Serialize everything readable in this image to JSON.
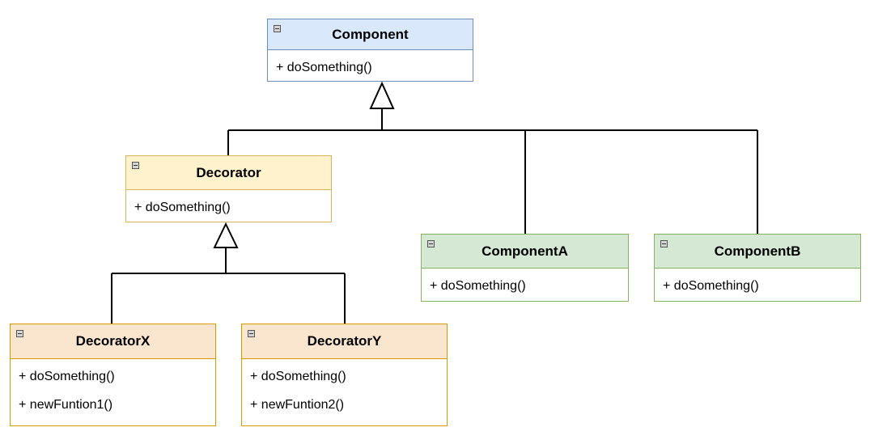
{
  "diagram": {
    "classes": [
      {
        "id": "component",
        "name": "Component",
        "color": "#dae8fc",
        "border": "#6c8ebf",
        "methods": [
          "+ doSomething()"
        ]
      },
      {
        "id": "decorator",
        "name": "Decorator",
        "color": "#fff2cc",
        "border": "#d6b656",
        "methods": [
          "+ doSomething()"
        ]
      },
      {
        "id": "componenta",
        "name": "ComponentA",
        "color": "#d5e8d4",
        "border": "#82b366",
        "methods": [
          "+ doSomething()"
        ]
      },
      {
        "id": "componentb",
        "name": "ComponentB",
        "color": "#d5e8d4",
        "border": "#82b366",
        "methods": [
          "+ doSomething()"
        ]
      },
      {
        "id": "decoratorx",
        "name": "DecoratorX",
        "color": "#fae6cf",
        "border": "#d79b00",
        "methods": [
          "+ doSomething()",
          "+ newFuntion1()"
        ]
      },
      {
        "id": "decoratory",
        "name": "DecoratorY",
        "color": "#fae6cf",
        "border": "#d79b00",
        "methods": [
          "+ doSomething()",
          "+ newFuntion2()"
        ]
      }
    ],
    "relationships": [
      {
        "type": "generalization",
        "from": "Decorator",
        "to": "Component"
      },
      {
        "type": "generalization",
        "from": "ComponentA",
        "to": "Component"
      },
      {
        "type": "generalization",
        "from": "ComponentB",
        "to": "Component"
      },
      {
        "type": "generalization",
        "from": "DecoratorX",
        "to": "Decorator"
      },
      {
        "type": "generalization",
        "from": "DecoratorY",
        "to": "Decorator"
      }
    ],
    "icons": {
      "collapse": "collapse-minus-icon"
    }
  }
}
